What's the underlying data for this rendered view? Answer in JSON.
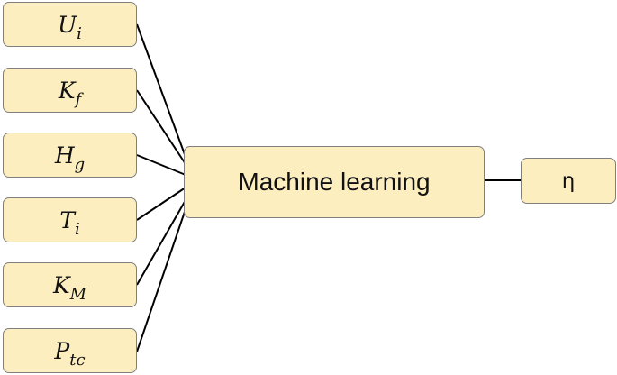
{
  "inputs": [
    {
      "base": "U",
      "sub": "i"
    },
    {
      "base": "K",
      "sub": "f"
    },
    {
      "base": "H",
      "sub": "g"
    },
    {
      "base": "T",
      "sub": "i"
    },
    {
      "base": "K",
      "sub": "M"
    },
    {
      "base": "P",
      "sub": "tc"
    }
  ],
  "model": {
    "label": "Machine learning"
  },
  "output": {
    "label": "η"
  },
  "colors": {
    "box_fill": "#fdeec0",
    "box_border": "#7f7f7f",
    "line": "#000000"
  }
}
